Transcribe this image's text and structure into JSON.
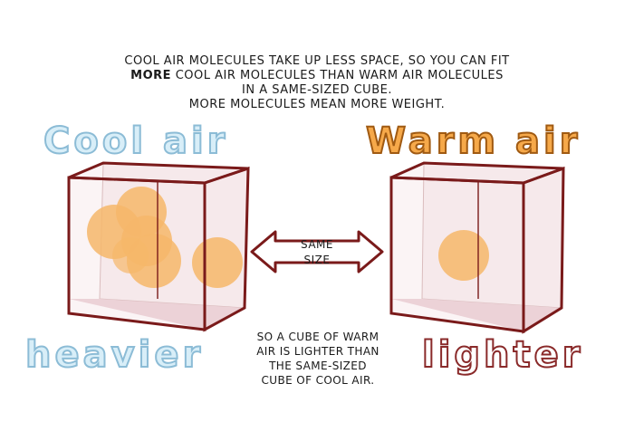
{
  "intro": {
    "line1": "Cool air molecules take up less space, so you can fit",
    "line2_bold": "MORE",
    "line2_rest": " cool air molecules than warm air molecules",
    "line3": "in a same-sized cube.",
    "line4": "More molecules mean more weight."
  },
  "titles": {
    "cool_air": "Cool air",
    "warm_air": "Warm air",
    "heavier": "heavier",
    "lighter": "lighter"
  },
  "arrow": {
    "line1": "SAME",
    "line2": "SIZE"
  },
  "conclusion": {
    "line1": "SO A CUBE OF WARM",
    "line2": "AIR IS LIGHTER THAN",
    "line3": "THE SAME-SIZED",
    "line4": "CUBE OF COOL AIR."
  },
  "colors": {
    "cube_edge": "#7a1a1a",
    "cube_fill": "#f4e2e6",
    "molecule": "#f7a22a",
    "cool_text": "#d8eef8",
    "warm_text": "#f6a94a"
  },
  "molecules": {
    "cool_cube_count": 6,
    "warm_cube_count": 1
  }
}
